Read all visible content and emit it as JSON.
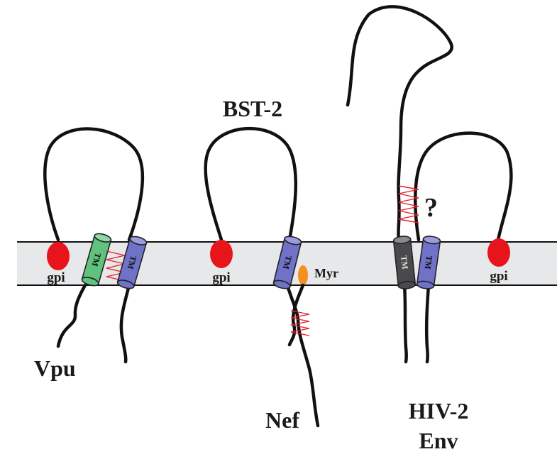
{
  "diagram": {
    "title": "BST-2",
    "membrane": {
      "fill": "#e6e8ea",
      "line": "#111111"
    },
    "labels": {
      "gpi_left": "gpi",
      "gpi_middle": "gpi",
      "gpi_right": "gpi",
      "vpu": "Vpu",
      "nef": "Nef",
      "myr": "Myr",
      "hiv2_line1": "HIV-2",
      "hiv2_line2": "Env",
      "question": "?"
    },
    "tm_domains": [
      {
        "id": "vpu-tm",
        "text": "TM",
        "color": "#5fc27e"
      },
      {
        "id": "bst2-tm-left",
        "text": "TM",
        "color": "#6f72c6"
      },
      {
        "id": "bst2-tm-middle",
        "text": "TM",
        "color": "#6f72c6"
      },
      {
        "id": "env-tm",
        "text": "TM",
        "color": "#4a4a4c"
      },
      {
        "id": "bst2-tm-right",
        "text": "TM",
        "color": "#6f72c6"
      }
    ],
    "colors": {
      "gpi_anchor": "#e8141c",
      "myristoyl": "#f29020",
      "interaction_zigzag": "#e4202a",
      "strand": "#111111"
    }
  }
}
